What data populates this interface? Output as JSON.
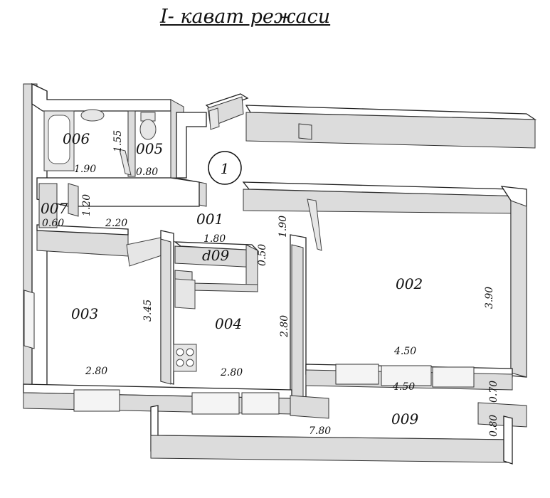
{
  "title": "I- кават режаси",
  "entrance_mark": "1",
  "rooms": [
    {
      "id": "006"
    },
    {
      "id": "005"
    },
    {
      "id": "007"
    },
    {
      "id": "001"
    },
    {
      "id": "d09"
    },
    {
      "id": "003"
    },
    {
      "id": "004"
    },
    {
      "id": "002"
    },
    {
      "id": "009"
    }
  ],
  "dimensions": [
    "1.55",
    "1.90",
    "0.80",
    "1.20",
    "0.60",
    "2.20",
    "1.80",
    "0.50",
    "1.90",
    "3.45",
    "2.80",
    "2.80",
    "2.80",
    "4.50",
    "3.90",
    "4.50",
    "0.70",
    "7.80",
    "0.80"
  ]
}
